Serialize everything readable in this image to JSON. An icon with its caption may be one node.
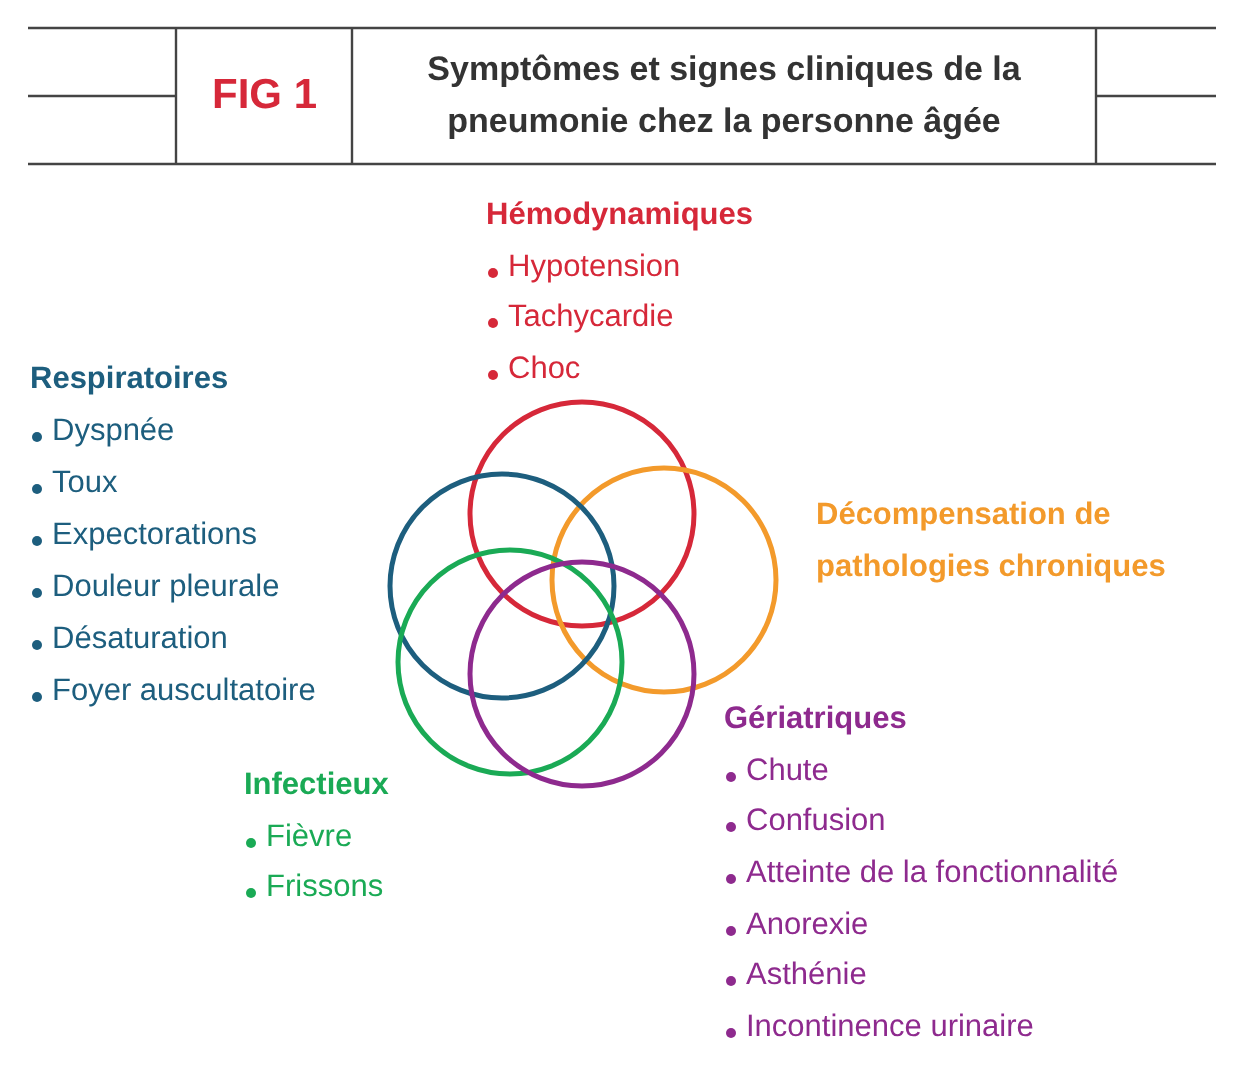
{
  "diagram": {
    "title": "Symptômes et signes cliniques de la pneumonie chez la personne âgée",
    "labels": [
      "FIG 1",
      "Hémodynamiques",
      "Hypotension",
      "Tachycardie",
      "Choc",
      "Respiratoires",
      "Dyspnée",
      "Toux",
      "Expectorations",
      "Douleur pleurale",
      "Désaturation",
      "Foyer auscultatoire",
      "Décompensation de pathologies chroniques",
      "Gériatriques",
      "Chute",
      "Confusion",
      "Atteinte de la fonctionnalité",
      "Anorexie",
      "Asthénie",
      "Incontinence urinaire",
      "Infectieux",
      "Fièvre",
      "Frissons"
    ]
  }
}
